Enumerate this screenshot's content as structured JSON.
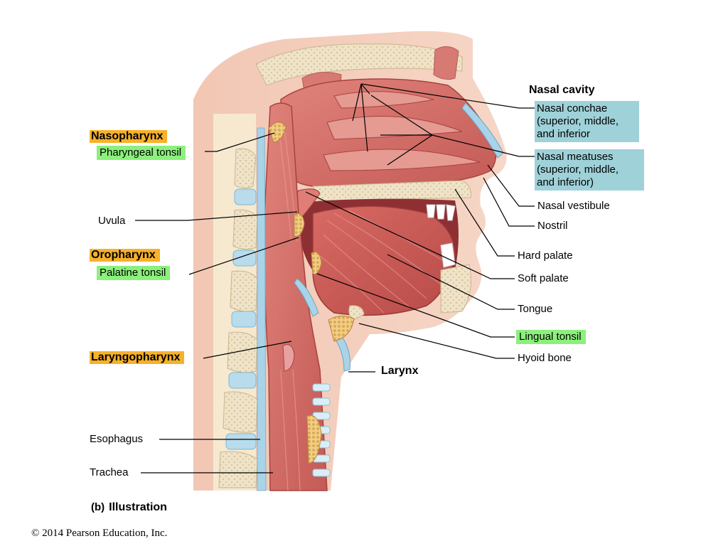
{
  "labels": {
    "nasal_cavity": "Nasal cavity",
    "nasal_conchae": "Nasal conchae (superior, middle, and inferior",
    "nasal_meatuses": "Nasal meatuses (superior, middle, and inferior)",
    "nasal_vestibule": "Nasal vestibule",
    "nostril": "Nostril",
    "hard_palate": "Hard palate",
    "soft_palate": "Soft palate",
    "tongue": "Tongue",
    "lingual_tonsil": "Lingual tonsil",
    "hyoid_bone": "Hyoid bone",
    "larynx": "Larynx",
    "nasopharynx": "Nasopharynx",
    "pharyngeal_tonsil": "Pharyngeal tonsil",
    "uvula": "Uvula",
    "oropharynx": "Oropharynx",
    "palatine_tonsil": "Palatine tonsil",
    "laryngopharynx": "Laryngopharynx",
    "esophagus": "Esophagus",
    "trachea": "Trachea"
  },
  "caption": {
    "part": "(b)",
    "title": "Illustration"
  },
  "copyright": "© 2014 Pearson Education, Inc.",
  "colors": {
    "muscle": "#d8736d",
    "muscle_dark": "#b84a48",
    "bone": "#efe3c8",
    "cartilage": "#a9d3e8",
    "tonsil": "#e7c27a",
    "label_orange": "#f7b12a",
    "label_green": "#8cf07c",
    "label_teal": "#9fd1d9"
  }
}
